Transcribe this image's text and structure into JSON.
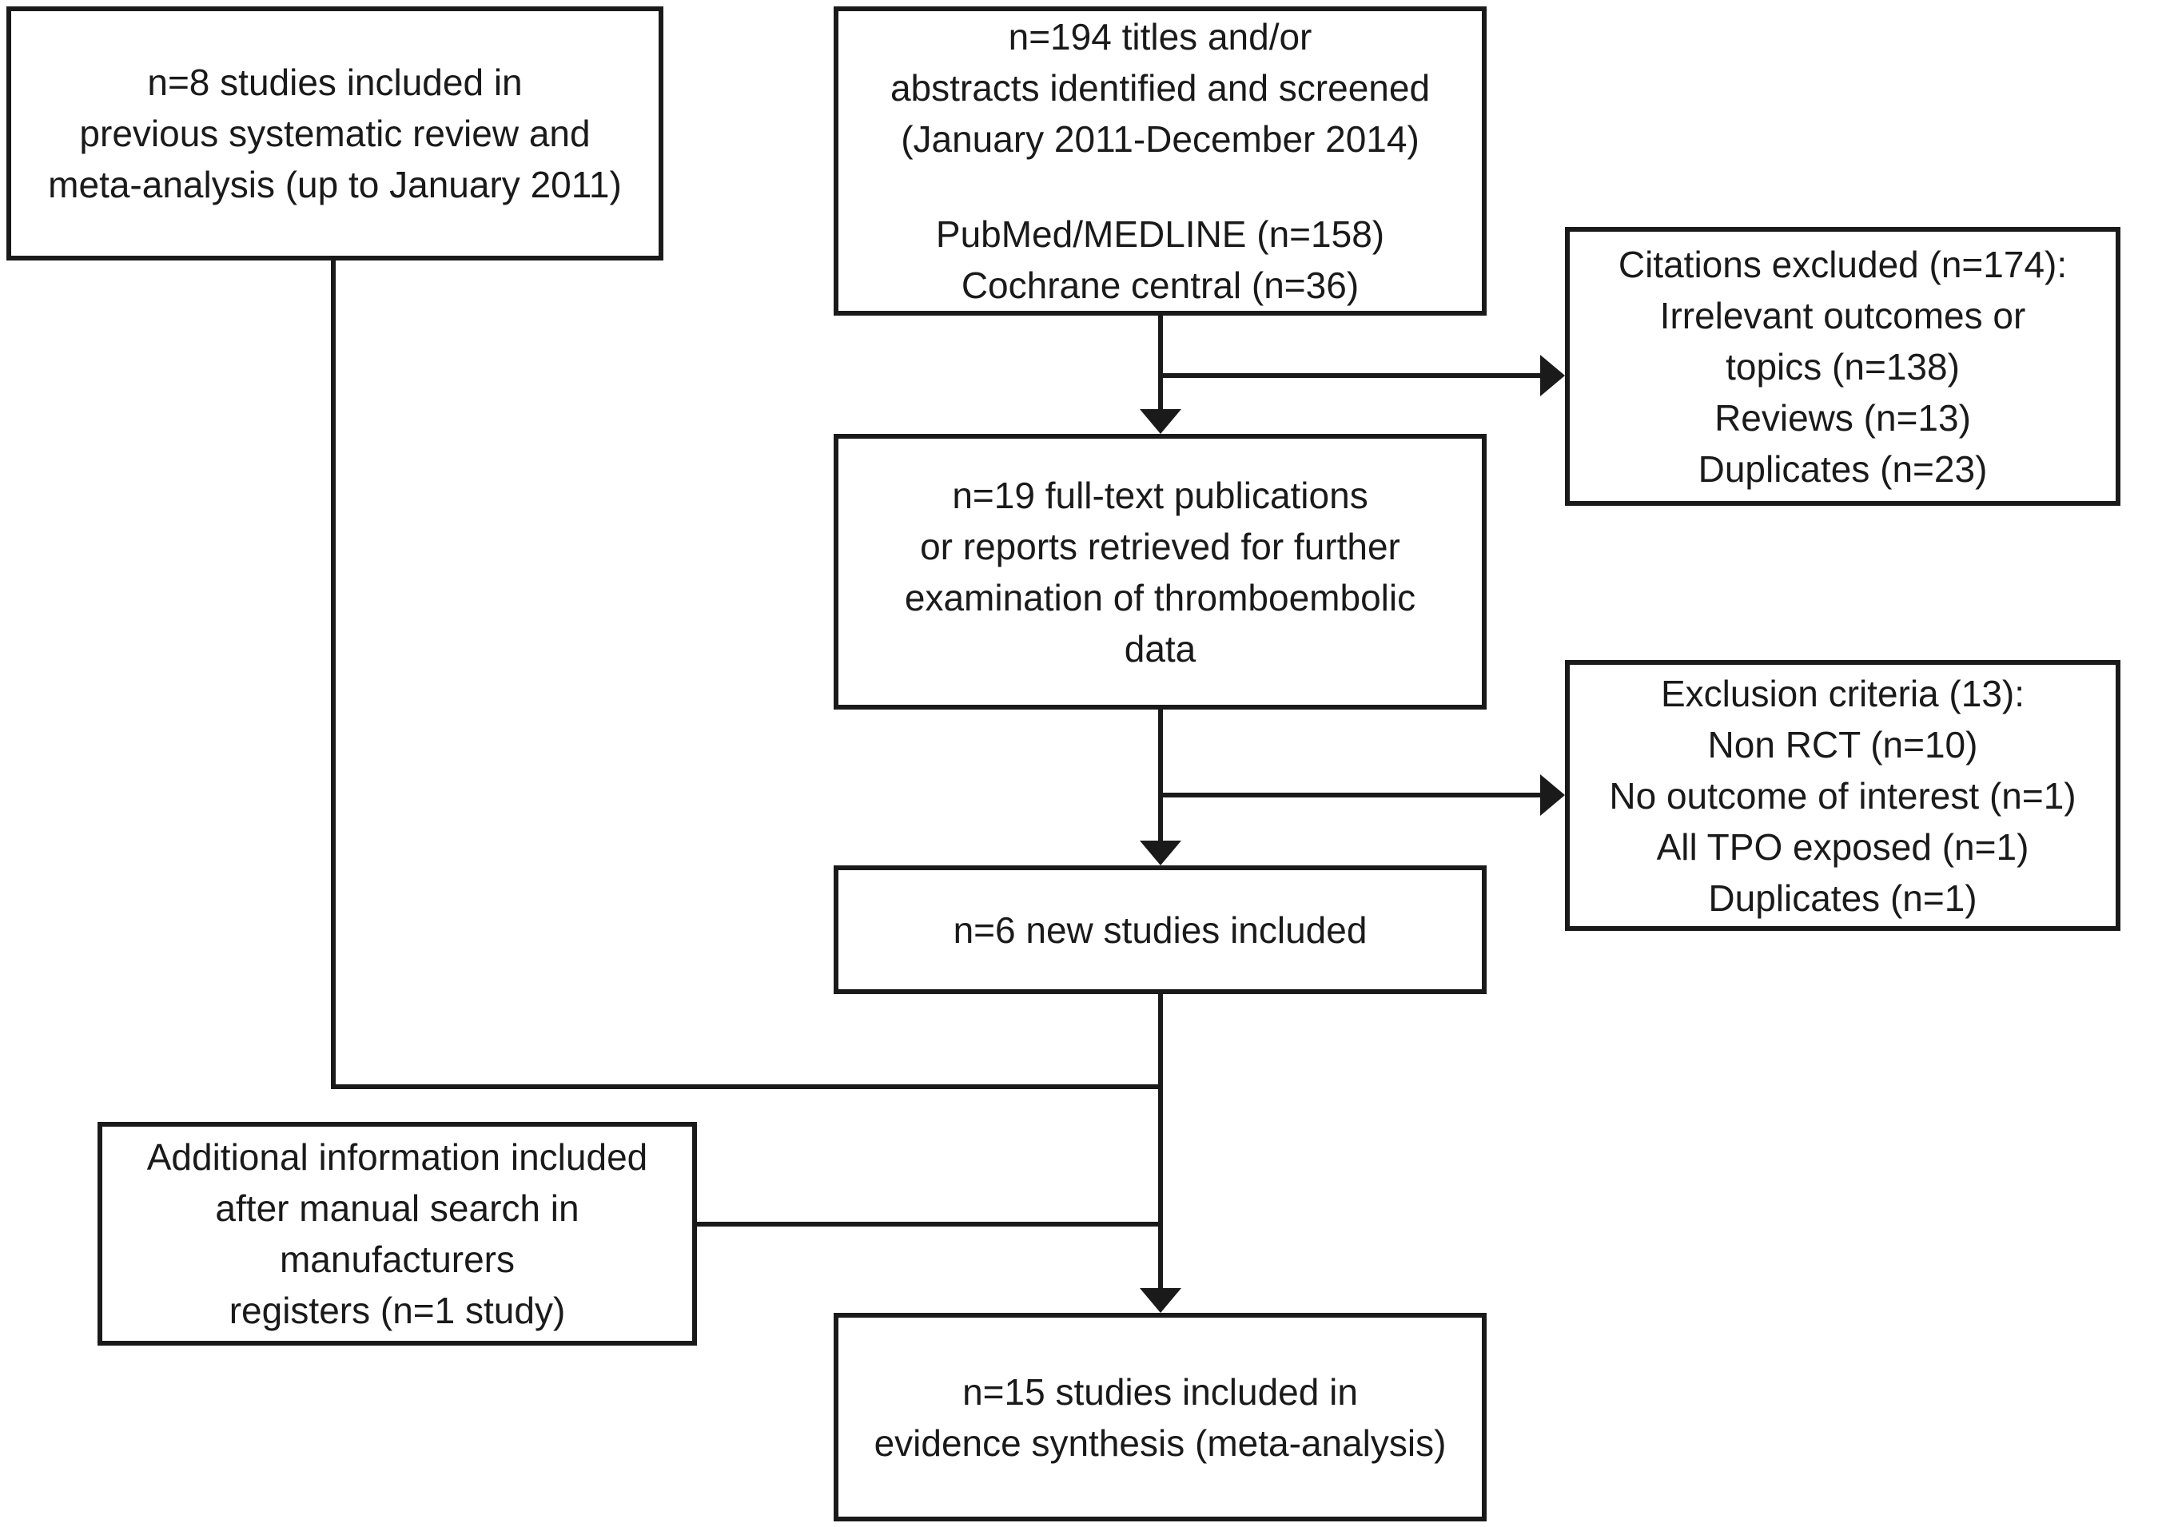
{
  "diagram": {
    "type": "flowchart",
    "colors": {
      "line": "#1a1a1a",
      "text": "#1a1a1a",
      "background": "#ffffff"
    },
    "boxes": {
      "previous_review": {
        "lines": [
          "n=8 studies included in",
          "previous systematic review and",
          "meta-analysis (up to January 2011)"
        ]
      },
      "titles_screened": {
        "lines_top": [
          "n=194 titles and/or",
          "abstracts identified and screened",
          "(January 2011-December 2014)"
        ],
        "lines_bottom": [
          "PubMed/MEDLINE (n=158)",
          "Cochrane central (n=36)"
        ]
      },
      "citations_excluded": {
        "lines": [
          "Citations excluded (n=174):",
          "Irrelevant outcomes or",
          "topics (n=138)",
          "Reviews (n=13)",
          "Duplicates (n=23)"
        ]
      },
      "fulltext_retrieved": {
        "lines": [
          "n=19 full-text publications",
          "or reports retrieved for further",
          "examination of thromboembolic",
          "data"
        ]
      },
      "exclusion_criteria": {
        "lines": [
          "Exclusion criteria (13):",
          "Non RCT (n=10)",
          "No outcome of interest (n=1)",
          "All TPO exposed (n=1)",
          "Duplicates (n=1)"
        ]
      },
      "new_studies": {
        "lines": [
          "n=6 new studies included"
        ]
      },
      "manual_search": {
        "lines": [
          "Additional information included",
          "after manual search in",
          "manufacturers",
          "registers (n=1 study)"
        ]
      },
      "evidence_synthesis": {
        "lines": [
          "n=15 studies included in",
          "evidence synthesis (meta-analysis)"
        ]
      }
    }
  }
}
